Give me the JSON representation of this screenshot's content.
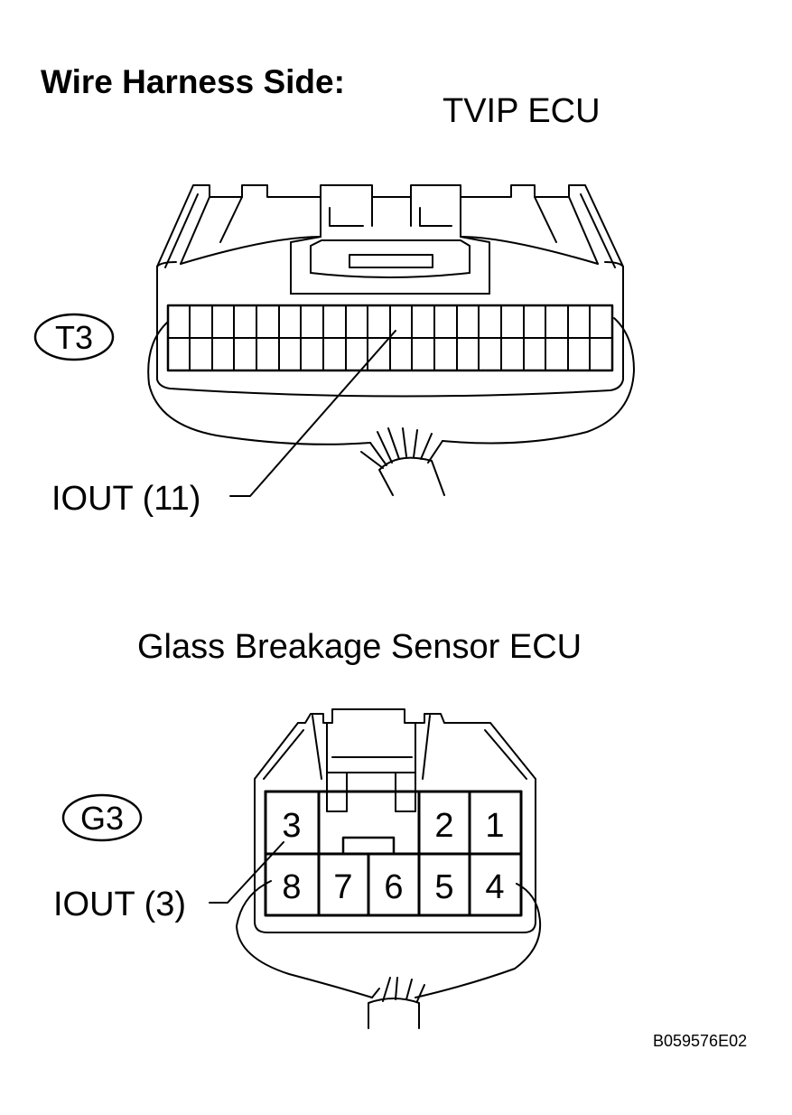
{
  "heading": "Wire Harness Side:",
  "tvip": {
    "title": "TVIP ECU",
    "connector_code": "T3",
    "callout": "IOUT (11)"
  },
  "gbs": {
    "title": "Glass Breakage Sensor ECU",
    "connector_code": "G3",
    "callout": "IOUT (3)",
    "pins": {
      "p1": "1",
      "p2": "2",
      "p3": "3",
      "p4": "4",
      "p5": "5",
      "p6": "6",
      "p7": "7",
      "p8": "8"
    }
  },
  "figure_id": "B059576E02"
}
